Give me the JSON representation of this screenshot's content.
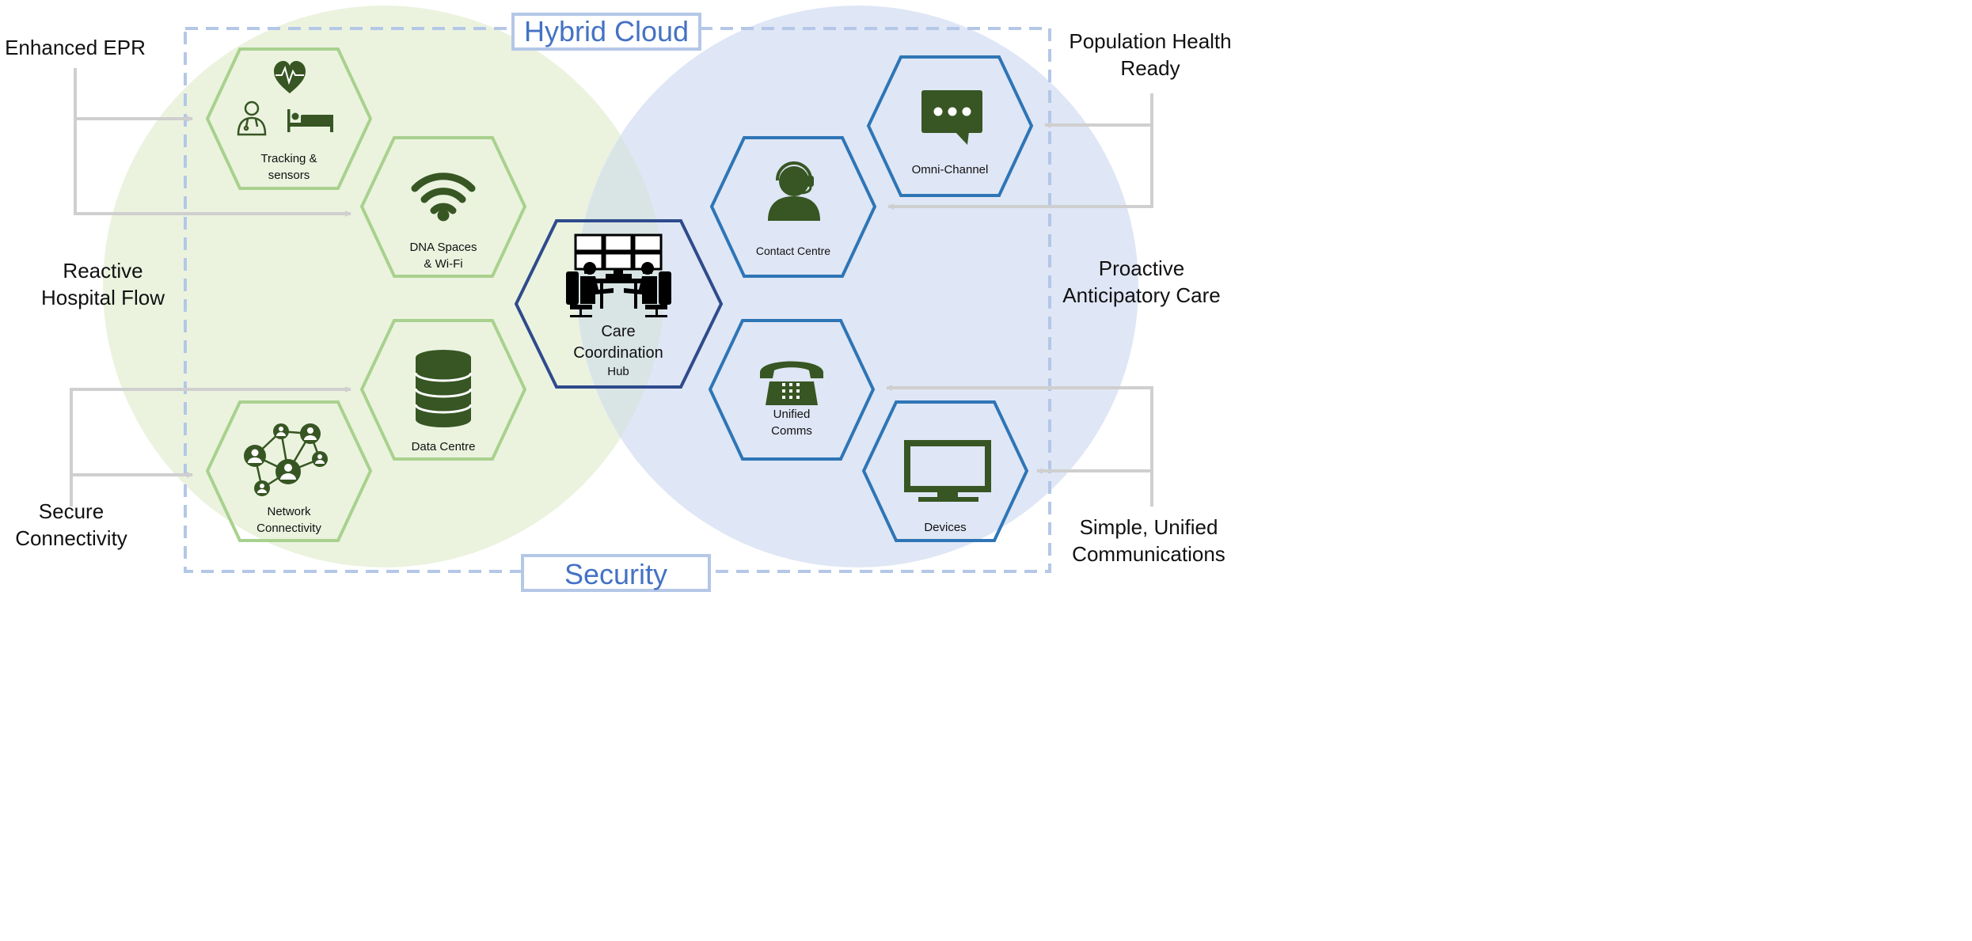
{
  "frame": {
    "top_title": "Hybrid Cloud",
    "bottom_title": "Security"
  },
  "left_labels": {
    "enhanced_epr": "Enhanced EPR",
    "reactive": [
      "Reactive",
      "Hospital Flow"
    ],
    "secure": [
      "Secure",
      "Connectivity"
    ]
  },
  "right_labels": {
    "population": [
      "Population Health",
      "Ready"
    ],
    "proactive": [
      "Proactive",
      "Anticipatory Care"
    ],
    "simple": [
      "Simple, Unified",
      "Communications"
    ]
  },
  "hexagons": {
    "tracking": [
      "Tracking &",
      "sensors"
    ],
    "dna": [
      "DNA Spaces",
      "& Wi-Fi"
    ],
    "data_centre": [
      "Data Centre"
    ],
    "network": [
      "Network",
      "Connectivity"
    ],
    "hub": [
      "Care",
      "Coordination",
      "Hub"
    ],
    "contact": [
      "Contact Centre"
    ],
    "omni": [
      "Omni-Channel"
    ],
    "unified": [
      "Unified",
      "Comms"
    ],
    "devices": [
      "Devices"
    ]
  },
  "colors": {
    "green_circle": "#ebf3df",
    "blue_circle": "#dfe6f5",
    "green_hex": "#a9d18e",
    "blue_hex": "#2e75b6",
    "hub_hex": "#2f4b8c",
    "icon_green": "#375623",
    "frame": "#b4c7e7",
    "title_blue": "#4472c4",
    "arrow": "#cfcfcf"
  }
}
